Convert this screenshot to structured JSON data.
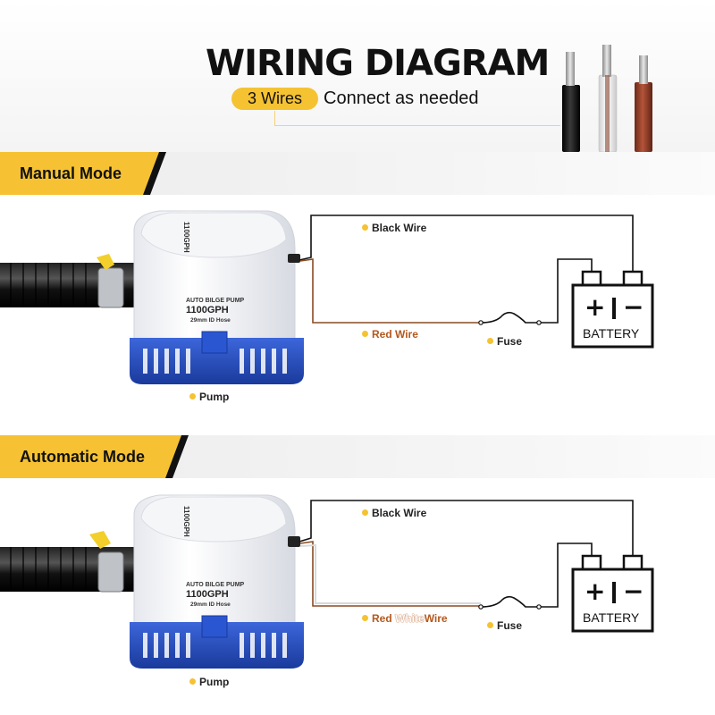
{
  "header": {
    "title": "WIRING DIAGRAM",
    "badge": "3 Wires",
    "subtitle": "Connect as needed"
  },
  "sections": [
    {
      "mode": "Manual Mode",
      "labels": {
        "black_wire": "Black Wire",
        "red_wire": "Red Wire",
        "fuse": "Fuse",
        "pump": "Pump"
      },
      "pump": {
        "brand_line": "AUTO BILGE PUMP",
        "model": "1100GPH",
        "hose": "29mm ID Hose",
        "top_text": "1100GPH"
      },
      "battery": {
        "plus": "+",
        "minus": "−",
        "label": "BATTERY"
      }
    },
    {
      "mode": "Automatic Mode",
      "labels": {
        "black_wire": "Black Wire",
        "red_word": "Red",
        "white_word": "White",
        "wire_word": "Wire",
        "fuse": "Fuse",
        "pump": "Pump"
      },
      "pump": {
        "brand_line": "AUTO BILGE PUMP",
        "model": "1100GPH",
        "hose": "29mm ID Hose",
        "top_text": "1100GPH"
      },
      "battery": {
        "plus": "+",
        "minus": "−",
        "label": "BATTERY"
      }
    }
  ],
  "colors": {
    "accent_yellow": "#f5c232",
    "black_wire": "#111111",
    "red_wire": "#8a4a22",
    "white_wire": "#eeeeee",
    "pump_blue": "#2350c8"
  }
}
